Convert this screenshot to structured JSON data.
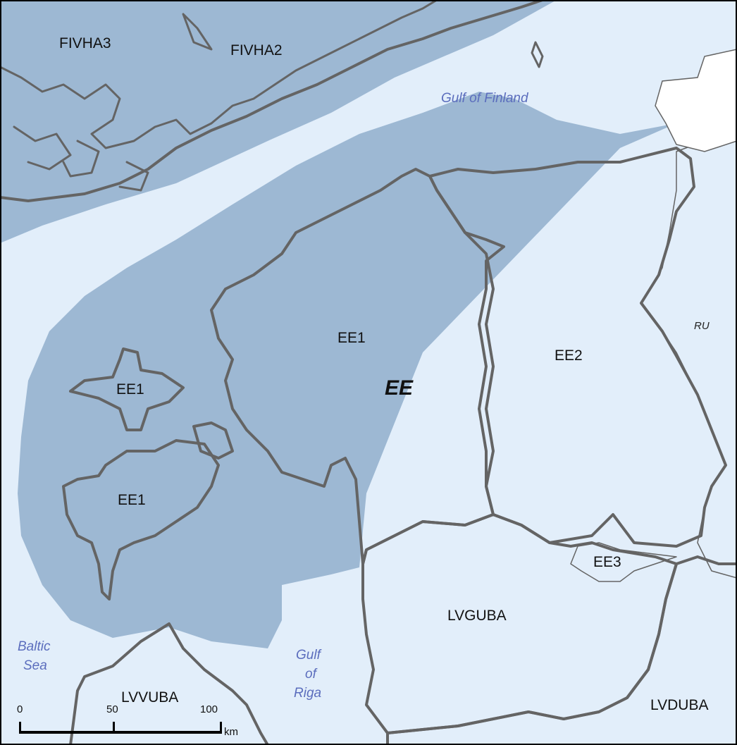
{
  "map": {
    "country_label": "EE",
    "regions": {
      "fivha3": "FIVHA3",
      "fivha2": "FIVHA2",
      "ee1_mainland": "EE1",
      "ee1_hiiumaa": "EE1",
      "ee1_saaremaa": "EE1",
      "ee2": "EE2",
      "ee3": "EE3",
      "ru": "RU",
      "lvguba": "LVGUBA",
      "lvvuba": "LVVUBA",
      "lvduba": "LVDUBA"
    },
    "seas": {
      "gulf_finland": "Gulf of Finland",
      "baltic_1": "Baltic",
      "baltic_2": "Sea",
      "riga_1": "Gulf",
      "riga_2": "of",
      "riga_3": "Riga"
    },
    "colors": {
      "outer_sea": "#e2eefa",
      "territorial_sea": "#9db8d3",
      "ee1_land": "#d9fcc9",
      "fi_land": "#d9fcc9",
      "ee2_land": "#fbc9ea",
      "lv_land": "#fbc9ea",
      "ru_land": "#fde3ea",
      "border": "#646464",
      "sea_text": "#5b6dbd"
    }
  },
  "scalebar": {
    "ticks": [
      "0",
      "50",
      "100"
    ],
    "unit": "km"
  }
}
